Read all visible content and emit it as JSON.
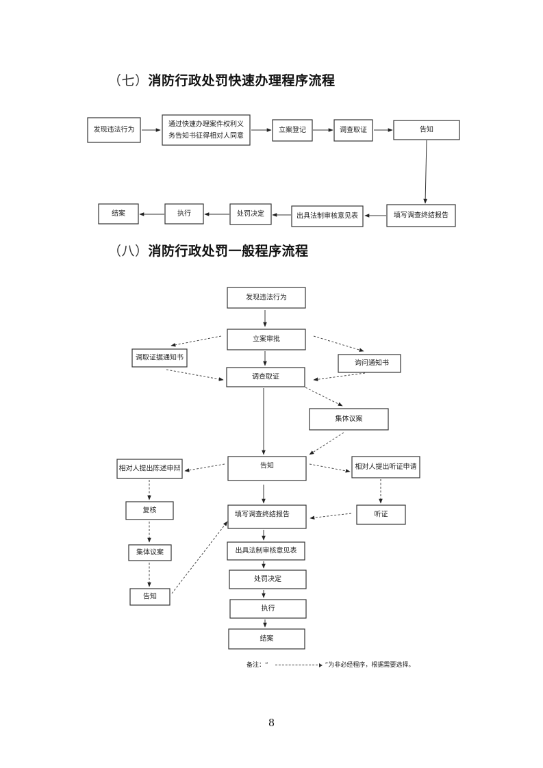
{
  "section7": {
    "number": "（七）",
    "title": "消防行政处罚快速办理程序流程",
    "nodes": {
      "discover": "发现违法行为",
      "notify_line1": "通过快速办理案件权利义",
      "notify_line2": "务告知书征得相对人同意",
      "register": "立案登记",
      "investigate": "调查取证",
      "inform": "告知",
      "report": "填写调查终结报告",
      "legal_review": "出具法制审核意见表",
      "decision": "处罚决定",
      "execute": "执行",
      "close": "结案"
    }
  },
  "section8": {
    "number": "（八）",
    "title": "消防行政处罚一般程序流程",
    "nodes": {
      "discover": "发现违法行为",
      "approve": "立案审批",
      "evidence_notice": "调取证据通知书",
      "inquiry_notice": "询问通知书",
      "investigate": "调查取证",
      "collective": "集体议案",
      "inform": "告知",
      "statement": "相对人提出陈述申辩",
      "hearing_request": "相对人提出听证申请",
      "review": "复核",
      "hearing": "听证",
      "report": "填写调查终结报告",
      "collective_left": "集体议案",
      "legal_review": "出具法制审核意见表",
      "inform_left": "告知",
      "decision": "处罚决定",
      "execute": "执行",
      "close": "结案"
    },
    "note": {
      "prefix": "备注：“",
      "suffix": "”为非必经程序，根据需要选择。"
    }
  },
  "page_number": "8"
}
